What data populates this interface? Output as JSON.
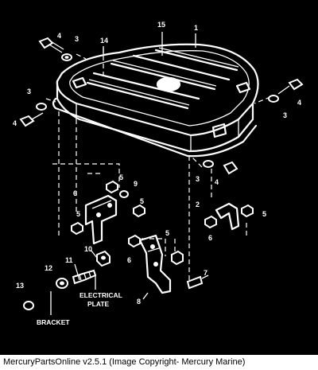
{
  "callouts": {
    "c1": "1",
    "c2": "2",
    "c3": "3",
    "c4": "4",
    "c5": "5",
    "c6": "6",
    "c7": "7",
    "c8": "8",
    "c9": "9",
    "c10": "10",
    "c11": "11",
    "c12": "12",
    "c13": "13",
    "c14": "14",
    "c15": "15"
  },
  "labels": {
    "electrical_plate_line1": "ELECTRICAL",
    "electrical_plate_line2": "PLATE",
    "bracket": "BRACKET"
  },
  "footer": {
    "text": "MercuryPartsOnline v2.5.1 (Image Copyright- Mercury Marine)"
  },
  "colors": {
    "background": "#000000",
    "lines": "#ffffff",
    "footer_bg": "#ffffff"
  }
}
